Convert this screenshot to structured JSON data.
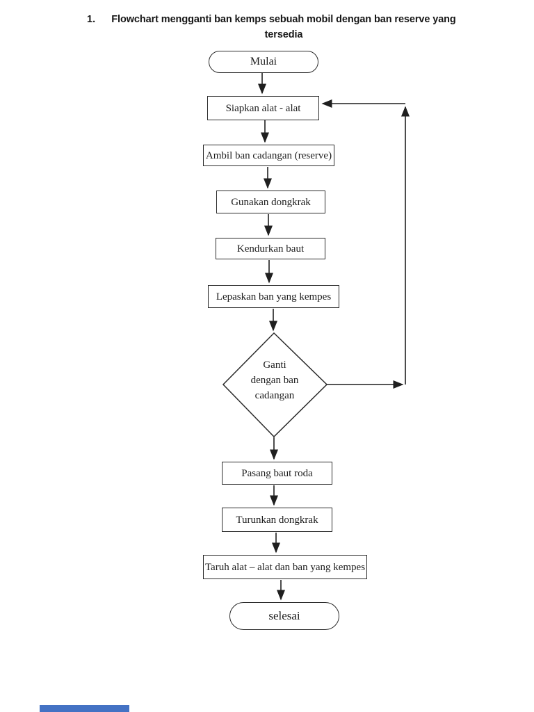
{
  "page": {
    "background_color": "#ffffff",
    "footer_bar_color": "#4472c4",
    "title": {
      "number": "1.",
      "line1": "Flowchart mengganti ban kemps sebuah mobil dengan ban reserve yang",
      "line2": "tersedia"
    }
  },
  "flowchart": {
    "line_color": "#1f1f1f",
    "shape_border_color": "#2a2a2a",
    "nodes": [
      {
        "id": "start",
        "type": "terminator",
        "label": "Mulai"
      },
      {
        "id": "step-1",
        "type": "process",
        "label": "Siapkan alat - alat"
      },
      {
        "id": "step-2",
        "type": "process",
        "label": "Ambil ban cadangan (reserve)"
      },
      {
        "id": "step-3",
        "type": "process",
        "label": "Gunakan dongkrak"
      },
      {
        "id": "step-4",
        "type": "process",
        "label": "Kendurkan baut"
      },
      {
        "id": "step-5",
        "type": "process",
        "label": "Lepaskan ban yang kempes"
      },
      {
        "id": "decision",
        "type": "decision",
        "label": "Ganti dengan ban cadangan",
        "lines": [
          "Ganti",
          "dengan ban",
          "cadangan"
        ]
      },
      {
        "id": "step-6",
        "type": "process",
        "label": "Pasang baut roda"
      },
      {
        "id": "step-7",
        "type": "process",
        "label": "Turunkan dongkrak"
      },
      {
        "id": "step-8",
        "type": "process",
        "label": "Taruh alat – alat dan ban yang kempes"
      },
      {
        "id": "end",
        "type": "terminator",
        "label": "selesai"
      }
    ]
  }
}
